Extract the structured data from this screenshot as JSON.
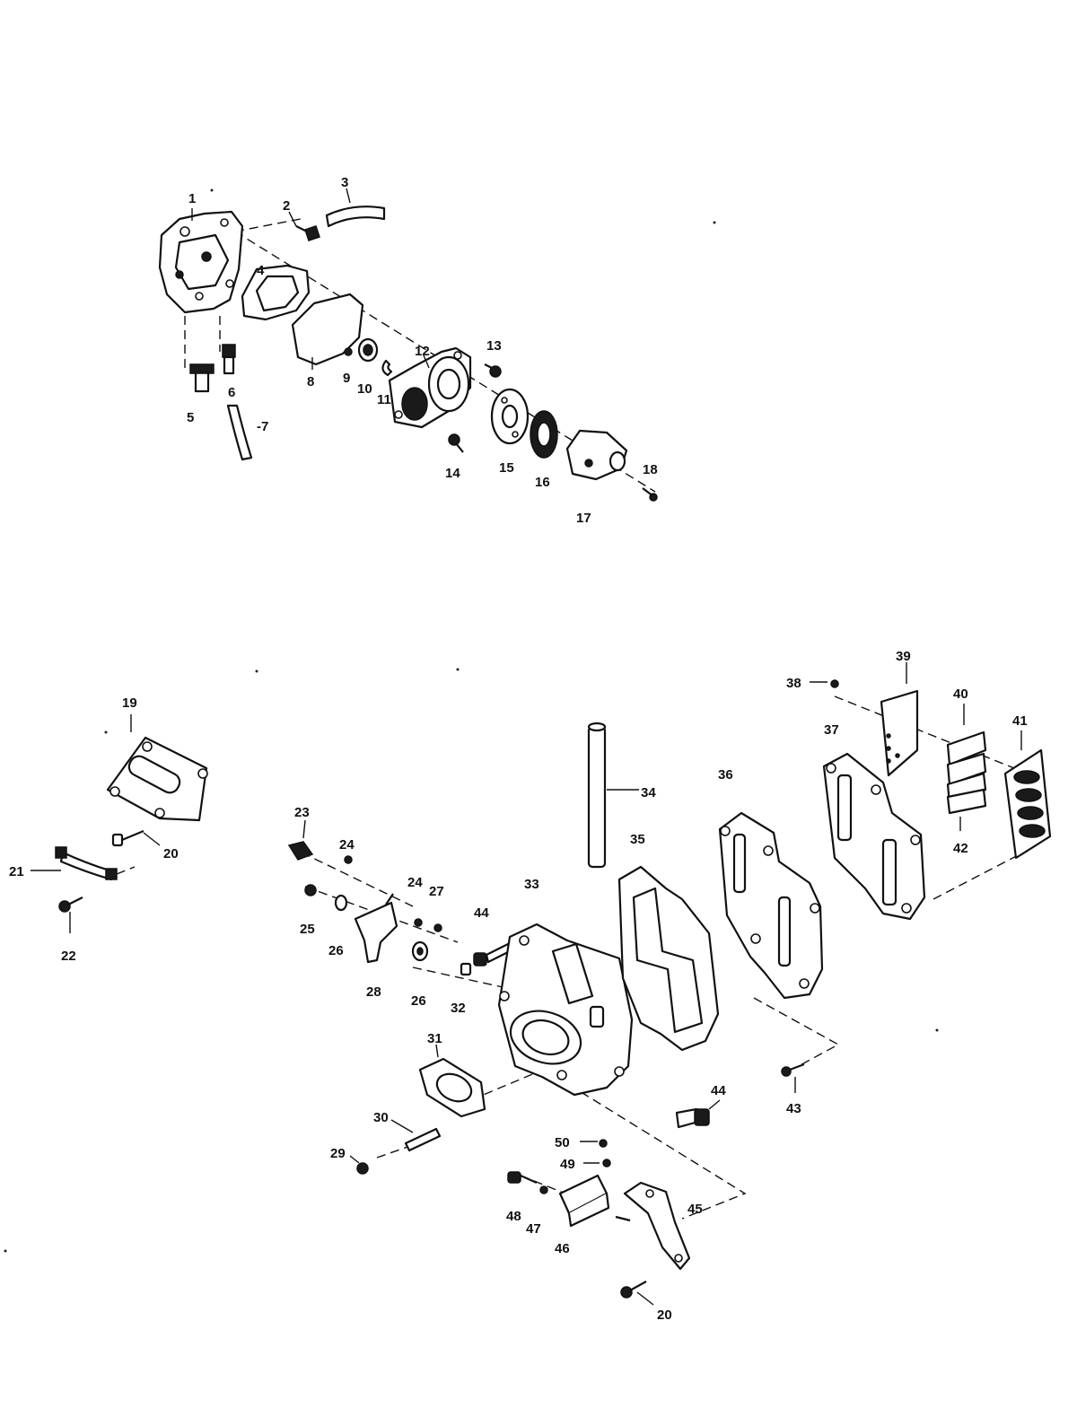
{
  "diagram": {
    "labels": [
      {
        "id": "1",
        "text": "1"
      },
      {
        "id": "2",
        "text": "2"
      },
      {
        "id": "3",
        "text": "3"
      },
      {
        "id": "4",
        "text": "4"
      },
      {
        "id": "5",
        "text": "5"
      },
      {
        "id": "6",
        "text": "6"
      },
      {
        "id": "7",
        "text": "-7"
      },
      {
        "id": "8",
        "text": "8"
      },
      {
        "id": "9",
        "text": "9"
      },
      {
        "id": "10",
        "text": "10"
      },
      {
        "id": "11",
        "text": "11"
      },
      {
        "id": "12",
        "text": "12"
      },
      {
        "id": "13",
        "text": "13"
      },
      {
        "id": "14",
        "text": "14"
      },
      {
        "id": "15",
        "text": "15"
      },
      {
        "id": "16",
        "text": "16"
      },
      {
        "id": "17",
        "text": "17"
      },
      {
        "id": "18",
        "text": "18"
      },
      {
        "id": "19",
        "text": "19"
      },
      {
        "id": "20a",
        "text": "20"
      },
      {
        "id": "21",
        "text": "21"
      },
      {
        "id": "22",
        "text": "22"
      },
      {
        "id": "23",
        "text": "23"
      },
      {
        "id": "24a",
        "text": "24"
      },
      {
        "id": "24b",
        "text": "24"
      },
      {
        "id": "25",
        "text": "25"
      },
      {
        "id": "26a",
        "text": "26"
      },
      {
        "id": "26b",
        "text": "26"
      },
      {
        "id": "27",
        "text": "27"
      },
      {
        "id": "28",
        "text": "28"
      },
      {
        "id": "29",
        "text": "29"
      },
      {
        "id": "30",
        "text": "30"
      },
      {
        "id": "31",
        "text": "31"
      },
      {
        "id": "32",
        "text": "32"
      },
      {
        "id": "33",
        "text": "33"
      },
      {
        "id": "34",
        "text": "34"
      },
      {
        "id": "35",
        "text": "35"
      },
      {
        "id": "36",
        "text": "36"
      },
      {
        "id": "37",
        "text": "37"
      },
      {
        "id": "38",
        "text": "38"
      },
      {
        "id": "39",
        "text": "39"
      },
      {
        "id": "40",
        "text": "40"
      },
      {
        "id": "41",
        "text": "41"
      },
      {
        "id": "42",
        "text": "42"
      },
      {
        "id": "43",
        "text": "43"
      },
      {
        "id": "44a",
        "text": "44"
      },
      {
        "id": "44b",
        "text": "44"
      },
      {
        "id": "45",
        "text": "45"
      },
      {
        "id": "46",
        "text": "46"
      },
      {
        "id": "47",
        "text": "47"
      },
      {
        "id": "48",
        "text": "48"
      },
      {
        "id": "49",
        "text": "49"
      },
      {
        "id": "50",
        "text": "50"
      },
      {
        "id": "20b",
        "text": "20"
      }
    ]
  }
}
